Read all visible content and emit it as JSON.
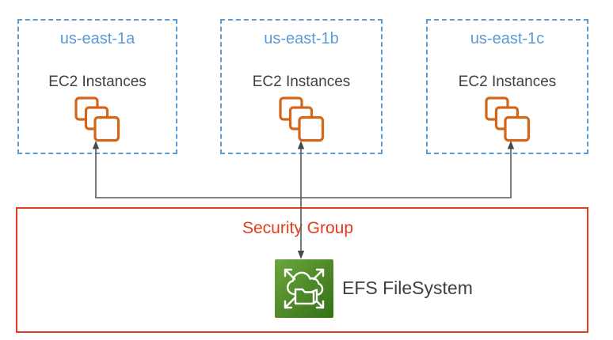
{
  "zones": [
    {
      "name": "us-east-1a",
      "label": "EC2 Instances"
    },
    {
      "name": "us-east-1b",
      "label": "EC2 Instances"
    },
    {
      "name": "us-east-1c",
      "label": "EC2 Instances"
    }
  ],
  "security_group": {
    "label": "Security Group"
  },
  "efs": {
    "label": "EFS FileSystem"
  },
  "icons": {
    "ec2": "ec2-instances-icon",
    "efs": "efs-filesystem-icon",
    "arrows": "connector-arrows"
  },
  "colors": {
    "az_border_blue": "#5B9BD5",
    "az_label_blue": "#5B9BD5",
    "body_text_gray": "#404040",
    "ec2_orange": "#D4661A",
    "security_group_red": "#E63B1C",
    "efs_green_light": "#6CA53C",
    "efs_green_dark": "#337117",
    "connector_gray": "#595959"
  }
}
